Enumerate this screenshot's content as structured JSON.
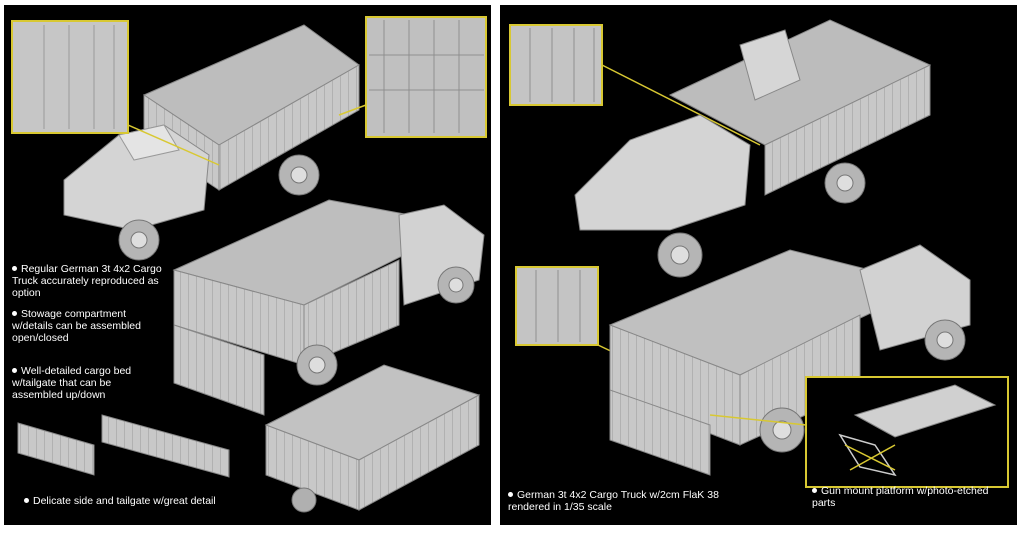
{
  "left_panel": {
    "captions": [
      {
        "text": "Regular German 3t 4x2 Cargo Truck accurately reproduced as option"
      },
      {
        "text": "Stowage compartment w/details can be assembled open/closed"
      },
      {
        "text": "Well-detailed cargo bed w/tailgate that can be assembled up/down"
      },
      {
        "text": "Delicate side and tailgate w/great detail"
      }
    ]
  },
  "right_panel": {
    "captions": [
      {
        "text": "German 3t 4x2 Cargo Truck w/2cm FlaK 38 rendered in 1/35 scale"
      },
      {
        "text": "Gun mount platform w/photo-etched parts"
      }
    ]
  },
  "colors": {
    "background": "#000000",
    "model_grey": "#cfcfcf",
    "callout_yellow": "#d8c832",
    "caption_text": "#ffffff"
  }
}
